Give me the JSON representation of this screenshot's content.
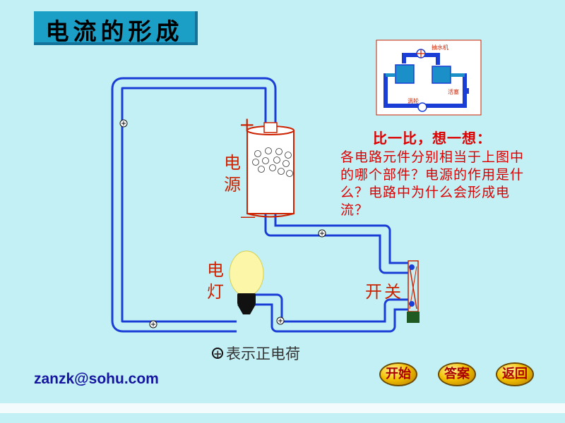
{
  "title": "电流的形成",
  "labels": {
    "power_source": "电源",
    "lamp": "电灯",
    "switch": "开关",
    "plus_sign": "+",
    "minus_sign": "—"
  },
  "analogy_diagram": {
    "pump_label": "抽水机",
    "turbine_label": "涡轮",
    "valve_label": "活塞"
  },
  "question": {
    "title": "比一比，想一想：",
    "body": "各电路元件分别相当于上图中的哪个部件？电源的作用是什么？电路中为什么会形成电流？"
  },
  "legend": {
    "symbol": "+",
    "text": "表示正电荷"
  },
  "email": "zanzk@sohu.com",
  "nav": {
    "start": "开始",
    "answer": "答案",
    "back": "返回"
  },
  "colors": {
    "background": "#c3f0f5",
    "wire": "#1a3dd6",
    "label_red": "#cc2200",
    "title_box": "#1b9fc6"
  }
}
